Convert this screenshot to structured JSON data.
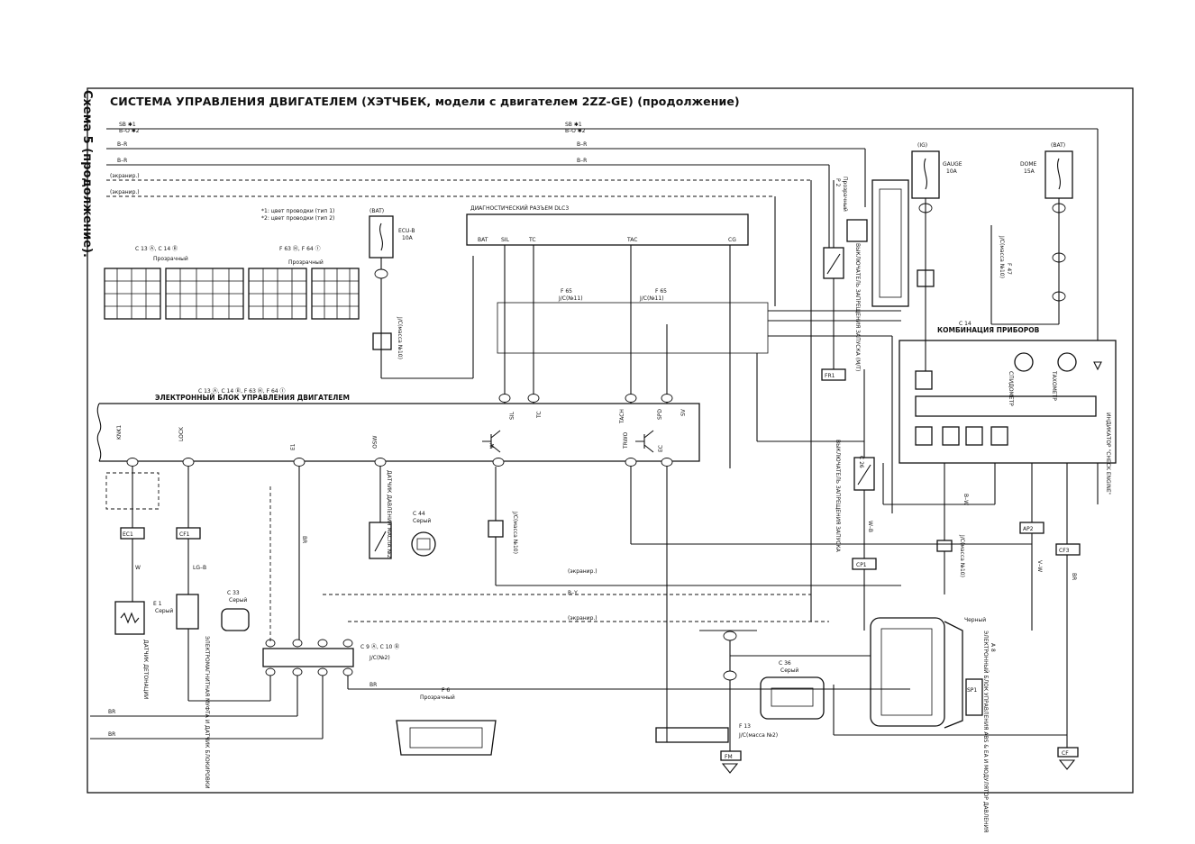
{
  "side_caption": "Схема 5 (продолжение).",
  "title": "СИСТЕМА УПРАВЛЕНИЯ ДВИГАТЕЛЕМ (ХЭТЧБЕК, модели с двигателем 2ZZ-GE) (продолжение)",
  "notes": {
    "note1": "*1: цвет проводки (тип 1)",
    "note2": "*2: цвет проводки (тип 2)"
  },
  "top_wires": {
    "sb1": "SB ✱1",
    "bo2": "B–O ✱2",
    "br_a": "B–R",
    "br_b": "B–R",
    "shield1": "(экранир.)",
    "shield2": "(экранир.)"
  },
  "connectors": {
    "c13_c14": "C 13 Ⓐ, C 14 Ⓑ",
    "transparent1": "Прозрачный",
    "f63_f64": "F 63 Ⓗ, F 64 Ⓘ",
    "transparent2": "Прозрачный"
  },
  "fuses": {
    "ecub_bat": "(BAT)",
    "ecub_name": "ECU-B",
    "ecub_amp": "10A",
    "gauge_src": "(IG)",
    "gauge_name": "GAUGE",
    "gauge_amp": "10A",
    "dome_src": "(BAT)",
    "dome_name": "DOME",
    "dome_amp": "15A"
  },
  "dlc3": {
    "title": "ДИАГНОСТИЧЕСКИЙ РАЗЪЕМ DLC3",
    "pins": [
      "BAT",
      "SIL",
      "TC",
      "TAC",
      "CG"
    ]
  },
  "junctions": {
    "jc11a": "J/C(№11)",
    "jc11b": "J/C(№11)",
    "f65a": "F 65",
    "f65b": "F 65",
    "jc10a": "J/C(масса №10)",
    "jc10b": "J/C(масса №10)",
    "jc10c": "J/C(масса №10)",
    "jc10d": "J/C(масса №10)",
    "jc2": "J/C(№2)",
    "c9_c10": "C 9 Ⓐ, C 10 Ⓑ",
    "f47a": "F 47",
    "f13": "F 13",
    "jc_mass2": "J/C(масса №2)",
    "f6": "F 6",
    "transparent3": "Прозрачный"
  },
  "ecu": {
    "header": "C 13 Ⓐ, C 14 Ⓑ, F 63 Ⓗ, F 64 Ⓘ",
    "title": "ЭЛЕКТРОННЫЙ БЛОК УПРАВЛЕНИЯ ДВИГАТЕЛЕМ",
    "terminals": [
      "KNK1",
      "LOCK",
      "E1",
      "OSW",
      "W",
      "TACH",
      "TRWO",
      "EC",
      "SPD",
      "SV",
      "SIL",
      "TC"
    ]
  },
  "sensors": {
    "knock": "ДАТЧИК ДЕТОНАЦИИ",
    "knock_conn": "E 1",
    "knock_color": "Серый",
    "lockup": "ЭЛЕКТРОМАГНИТНАЯ МУФТА И ДАТЧИК БЛОКИРОВКИ",
    "lockup_conn": "C 33",
    "lockup_color": "Серый",
    "oil": "ДАТЧИК ДАВЛЕНИЯ МАСЛА №2",
    "oil_conn": "C 44",
    "oil_color": "Серый"
  },
  "switches": {
    "neutral": "ВЫКЛЮЧАТЕЛЬ ЗАПРЕЩЕНИЯ ЗАПУСКА (M/T)",
    "neutral_conn": "P 2",
    "neutral_color": "Прозрачный",
    "start": "ВЫКЛЮЧАТЕЛЬ ЗАПРЕЩЕНИЯ ЗАПУСКА",
    "start_conn": "C 26"
  },
  "combo": {
    "title": "КОМБИНАЦИЯ ПРИБОРОВ",
    "conn": "C 14",
    "speedo": "СПИДОМЕТР",
    "tacho": "ТАХОМЕТР",
    "check": "ИНДИКАТОР \"CHECK ENGINE\""
  },
  "abs": {
    "name": "ЭЛЕКТРОННЫЙ БЛОК УПРАВЛЕНИЯ ABS & EA И МОДУЛЯТОР ДАВЛЕНИЯ",
    "conn": "A 8",
    "color": "Черный",
    "conn2": "C 36",
    "color2": "Серый"
  },
  "wire_labels": {
    "br": "BR",
    "w": "W",
    "wb": "W–B",
    "lgb": "LG–B",
    "bw": "B–W",
    "ry": "R–Y",
    "vw": "V–W",
    "shield3": "(экранир.)",
    "shield4": "(экранир.)"
  },
  "terms": {
    "ec1": "EC1",
    "cf1": "CF1",
    "fr1": "FR1",
    "ap2": "AP2",
    "cf3": "CF3",
    "cp1": "CP1",
    "sp1": "SP1",
    "fm": "FM",
    "cf": "CF"
  }
}
